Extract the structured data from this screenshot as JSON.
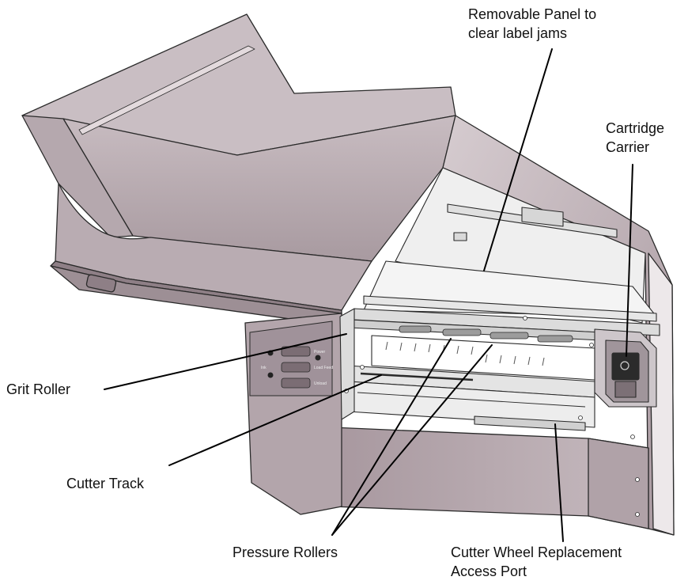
{
  "callouts": {
    "removable_panel": {
      "line1": "Removable Panel to",
      "line2": "clear label jams"
    },
    "cartridge_carrier": {
      "line1": "Cartridge",
      "line2": "Carrier"
    },
    "grit_roller": {
      "line1": "Grit Roller"
    },
    "cutter_track": {
      "line1": "Cutter Track"
    },
    "pressure_rollers": {
      "line1": "Pressure Rollers"
    },
    "cutter_wheel_port": {
      "line1": "Cutter Wheel Replacement",
      "line2": "Access Port"
    }
  },
  "panel_buttons": {
    "btn_power": "Power",
    "btn_load": "Load Feed",
    "btn_unload": "Unload",
    "btn_led": "Ink"
  },
  "colors": {
    "body": "#bcaeb4",
    "body_dark": "#8e7f86",
    "body_light": "#d9cfd3",
    "metal": "#e9e9ea",
    "outline": "#2a2a2a"
  }
}
